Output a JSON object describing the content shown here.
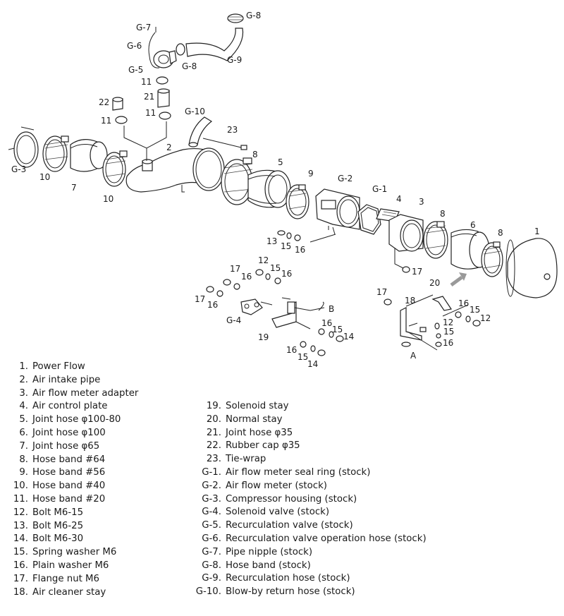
{
  "callouts": {
    "c1": "1",
    "c2": "2",
    "c3": "3",
    "c4": "4",
    "c5": "5",
    "c6": "6",
    "c7": "7",
    "c8a": "8",
    "c8b": "8",
    "c8c": "8",
    "c9": "9",
    "c10a": "10",
    "c10b": "10",
    "c11a": "11",
    "c11b": "11",
    "c11c": "11",
    "c12a": "12",
    "c12b": "12",
    "c12c": "12",
    "c13": "13",
    "c14a": "14",
    "c14b": "14",
    "c15a": "15",
    "c15b": "15",
    "c15c": "15",
    "c15d": "15",
    "c15e": "15",
    "c15f": "15",
    "c16a": "16",
    "c16b": "16",
    "c16c": "16",
    "c16d": "16",
    "c16e": "16",
    "c16f": "16",
    "c16g": "16",
    "c16h": "16",
    "c17a": "17",
    "c17b": "17",
    "c17c": "17",
    "c17d": "17",
    "c18": "18",
    "c19": "19",
    "c20": "20",
    "c21": "21",
    "c22": "22",
    "c23": "23",
    "g1": "G-1",
    "g2": "G-2",
    "g3": "G-3",
    "g4": "G-4",
    "g5": "G-5",
    "g6": "G-6",
    "g7": "G-7",
    "g8a": "G-8",
    "g8b": "G-8",
    "g9": "G-9",
    "g10": "G-10",
    "ptA": "A",
    "ptB": "B"
  },
  "legend_left": [
    {
      "num": "1.",
      "name": "Power Flow"
    },
    {
      "num": "2.",
      "name": "Air intake pipe"
    },
    {
      "num": "3.",
      "name": "Air flow meter adapter"
    },
    {
      "num": "4.",
      "name": "Air control plate"
    },
    {
      "num": "5.",
      "name": "Joint hose  φ100-80"
    },
    {
      "num": "6.",
      "name": "Joint hose  φ100"
    },
    {
      "num": "7.",
      "name": "Joint hose  φ65"
    },
    {
      "num": "8.",
      "name": "Hose band  #64"
    },
    {
      "num": "9.",
      "name": "Hose band  #56"
    },
    {
      "num": "10.",
      "name": "Hose band  #40"
    },
    {
      "num": "11.",
      "name": "Hose band  #20"
    },
    {
      "num": "12.",
      "name": "Bolt  M6-15"
    },
    {
      "num": "13.",
      "name": "Bolt  M6-25"
    },
    {
      "num": "14.",
      "name": "Bolt  M6-30"
    },
    {
      "num": "15.",
      "name": "Spring washer  M6"
    },
    {
      "num": "16.",
      "name": "Plain washer  M6"
    },
    {
      "num": "17.",
      "name": "Flange nut  M6"
    },
    {
      "num": "18.",
      "name": "Air cleaner stay"
    }
  ],
  "legend_right": [
    {
      "num": "19.",
      "name": "Solenoid stay"
    },
    {
      "num": "20.",
      "name": "Normal stay"
    },
    {
      "num": "21.",
      "name": "Joint hose  φ35"
    },
    {
      "num": "22.",
      "name": "Rubber cap  φ35"
    },
    {
      "num": "23.",
      "name": "Tie-wrap"
    },
    {
      "num": "G-1.",
      "name": "Air flow meter seal ring (stock)"
    },
    {
      "num": "G-2.",
      "name": "Air flow meter (stock)"
    },
    {
      "num": "G-3.",
      "name": "Compressor housing (stock)"
    },
    {
      "num": "G-4.",
      "name": "Solenoid valve (stock)"
    },
    {
      "num": "G-5.",
      "name": "Recurculation valve (stock)"
    },
    {
      "num": "G-6.",
      "name": "Recurculation valve operation hose (stock)"
    },
    {
      "num": "G-7.",
      "name": "Pipe nipple (stock)"
    },
    {
      "num": "G-8.",
      "name": "Hose band (stock)"
    },
    {
      "num": "G-9.",
      "name": "Recurculation hose (stock)"
    },
    {
      "num": "G-10.",
      "name": "Blow-by return hose (stock)"
    }
  ]
}
